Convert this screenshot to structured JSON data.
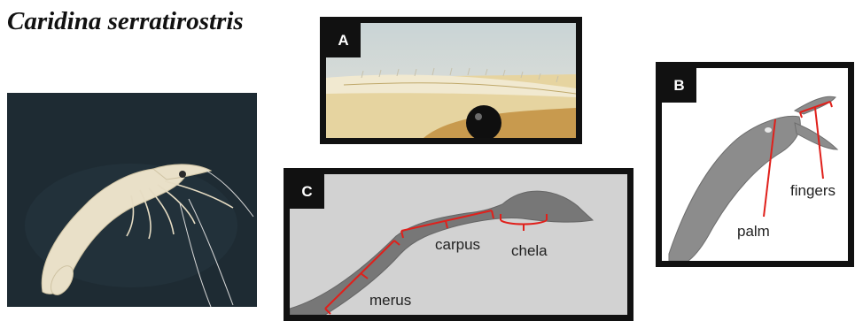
{
  "title": "Caridina serratirostris",
  "panels": {
    "a": {
      "badge": "A"
    },
    "b": {
      "badge": "B",
      "labels": {
        "fingers": "fingers",
        "palm": "palm"
      }
    },
    "c": {
      "badge": "C",
      "labels": {
        "carpus": "carpus",
        "chela": "chela",
        "merus": "merus"
      }
    }
  },
  "colors": {
    "annotation": "#e0201b",
    "panel_border": "#111111",
    "photo_bg": "#1d2a31"
  }
}
